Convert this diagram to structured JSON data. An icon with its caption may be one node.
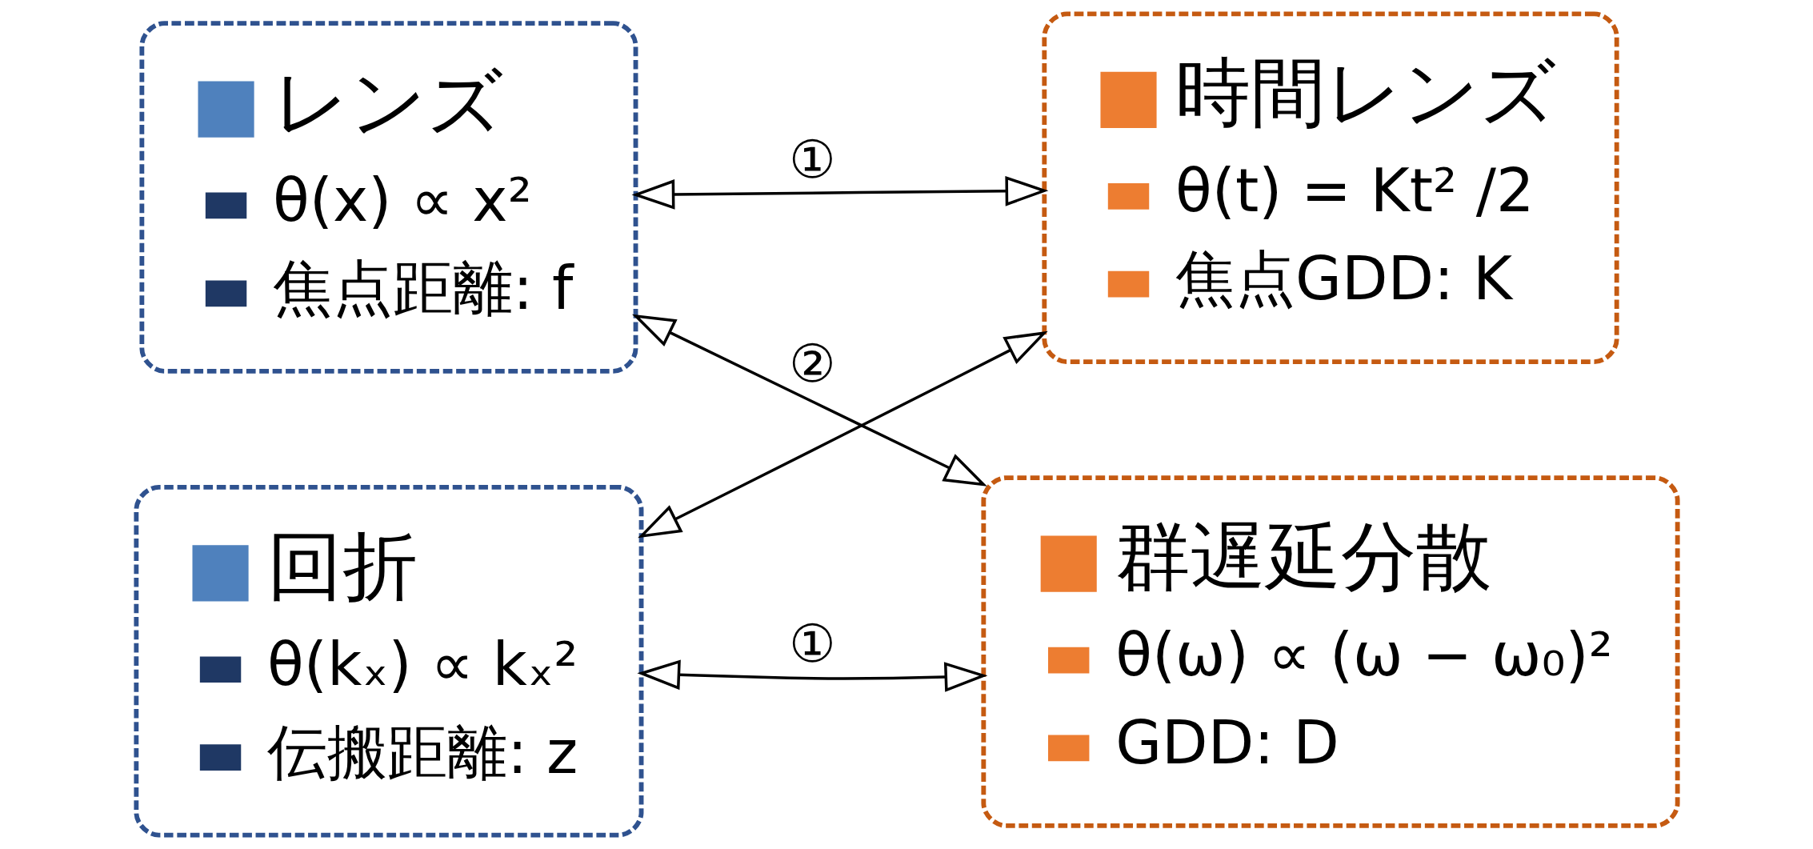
{
  "diagram": {
    "nodes": [
      {
        "text": [
          "レンズ",
          "θ(x) ∝ x²",
          "焦点距離: f"
        ]
      },
      {
        "text": [
          "時間レンズ",
          "θ(t) = Kt² /2",
          "焦点GDD: K"
        ]
      },
      {
        "text": [
          "回折",
          "θ(kₓ) ∝ kₓ²",
          "伝搬距離: z"
        ]
      },
      {
        "text": [
          "群遅延分散",
          "θ(ω) ∝ (ω − ω₀)²",
          "GDD: D"
        ]
      }
    ],
    "edges": [
      {
        "from": 0,
        "to": 1,
        "arrow": "both",
        "label": "①"
      },
      {
        "from": 0,
        "to": 3,
        "arrow": "both",
        "label": "②"
      },
      {
        "from": 1,
        "to": 2,
        "arrow": "both"
      },
      {
        "from": 2,
        "to": 3,
        "arrow": "both",
        "label": "①"
      }
    ]
  }
}
